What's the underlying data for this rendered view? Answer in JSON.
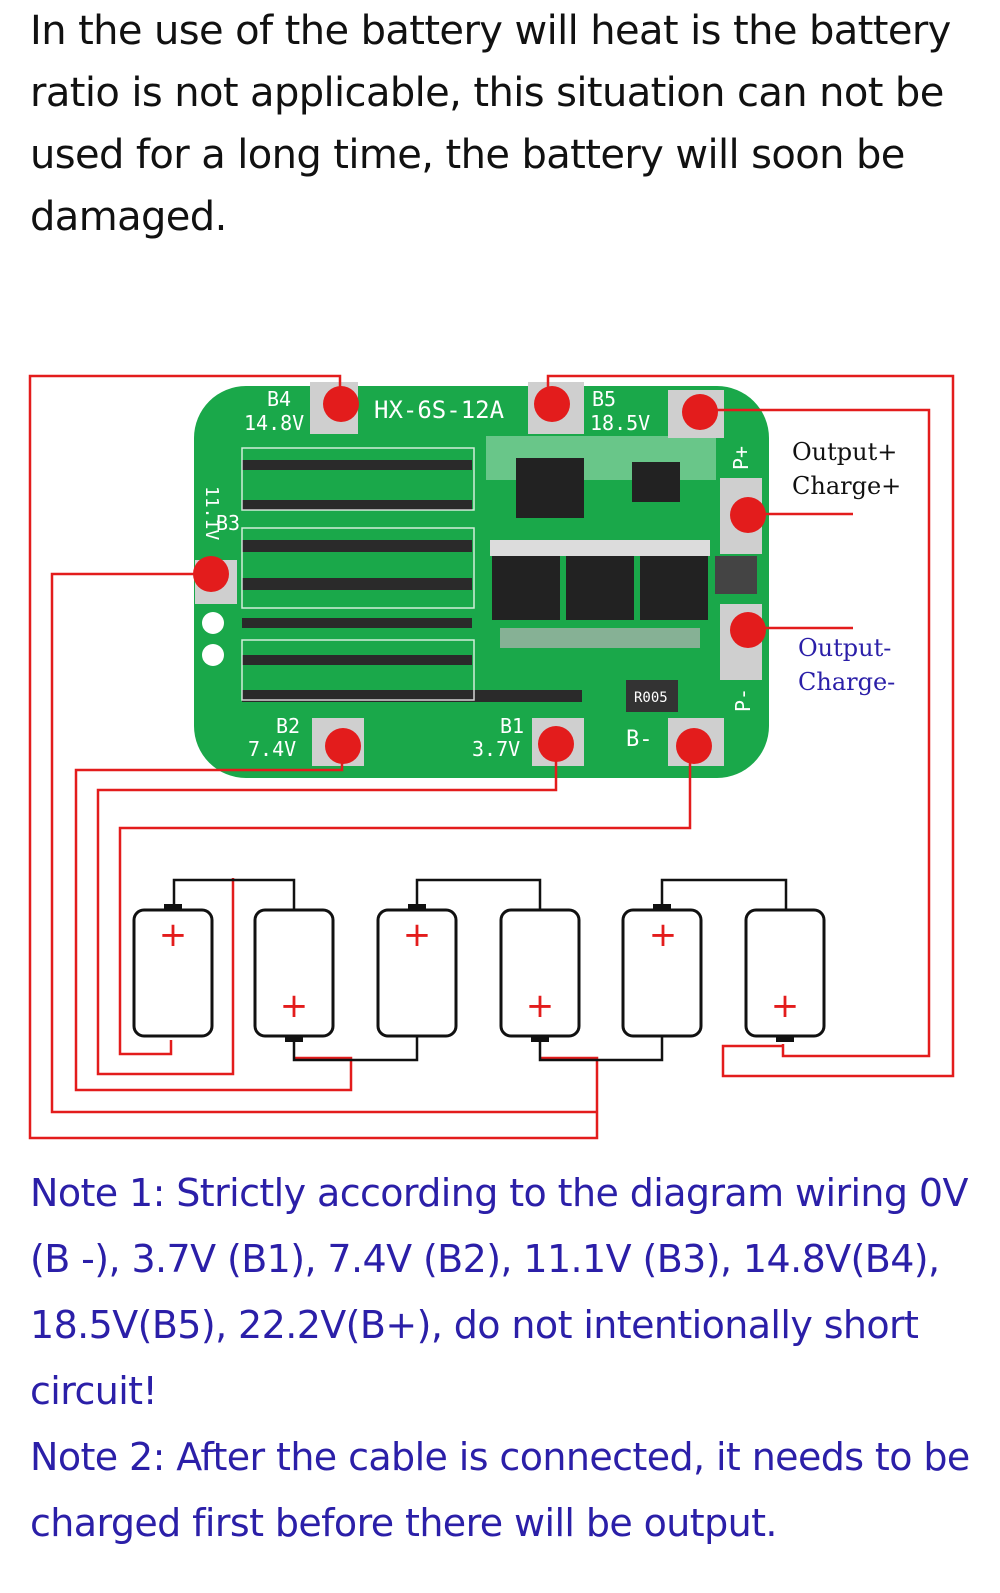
{
  "intro_text": "In the use of the battery will heat is the battery ratio is not applicable, this situation can not be used for a long time, the battery will soon be damaged.",
  "board": {
    "model": "HX-6S-12A",
    "pads": {
      "b4_name": "B4",
      "b4_volt": "14.8V",
      "b5_name": "B5",
      "b5_volt": "18.5V",
      "b3_name": "B3",
      "b3_volt": "11.1V",
      "b2_name": "B2",
      "b2_volt": "7.4V",
      "b1_name": "B1",
      "b1_volt": "3.7V",
      "bminus": "B-",
      "pplus": "P+",
      "pminus": "P-"
    },
    "resistor": "R005"
  },
  "labels": {
    "output_plus": "Output+",
    "charge_plus": "Charge+",
    "output_minus": "Output-",
    "charge_minus": "Charge-"
  },
  "battery_plus": "+",
  "colors": {
    "board": "#1aa84a",
    "wire": "#e31c1c",
    "note_text": "#2b1fa8",
    "blue_label": "#2b1fa8"
  },
  "notes": {
    "note1": "Note 1: Strictly according to the diagram wiring 0V (B -), 3.7V (B1), 7.4V (B2), 11.1V (B3), 14.8V(B4), 18.5V(B5), 22.2V(B+), do not intentionally short circuit!",
    "note2": "Note 2: After the cable is connected, it needs to be charged first before there will be output."
  }
}
